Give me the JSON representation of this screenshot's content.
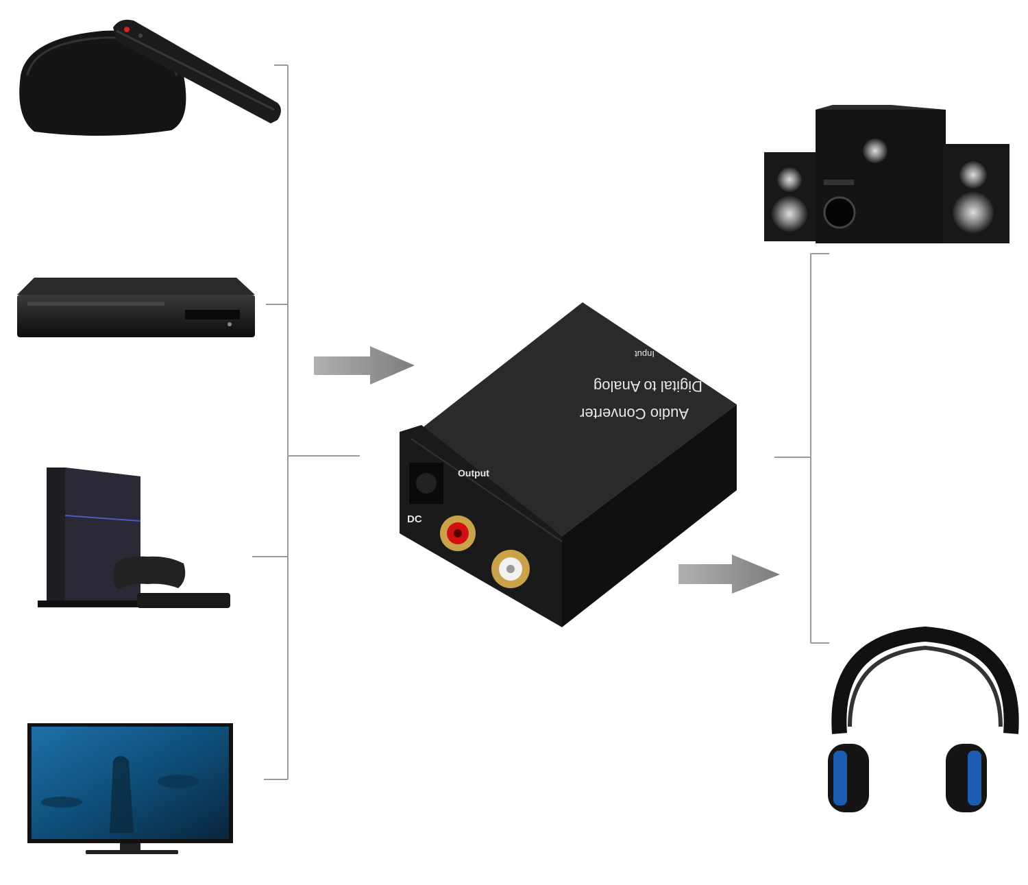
{
  "converter": {
    "title_line1": "Digital to Analog",
    "title_line2": "Audio Converter",
    "input_label": "Input",
    "output_label": "Output",
    "dc_label": "DC"
  },
  "sources": [
    "tv-box-with-remote",
    "dvd-player",
    "game-console",
    "television"
  ],
  "outputs": [
    "speaker-system",
    "headphones"
  ],
  "colors": {
    "connector_line": "#9a9a9a",
    "arrow": "#8c8c8c",
    "device": "#1a1a1a",
    "rca_red": "#d01010",
    "rca_white": "#f2f2f2",
    "gold": "#c9a24a",
    "headphone_accent": "#1e6fd9"
  }
}
